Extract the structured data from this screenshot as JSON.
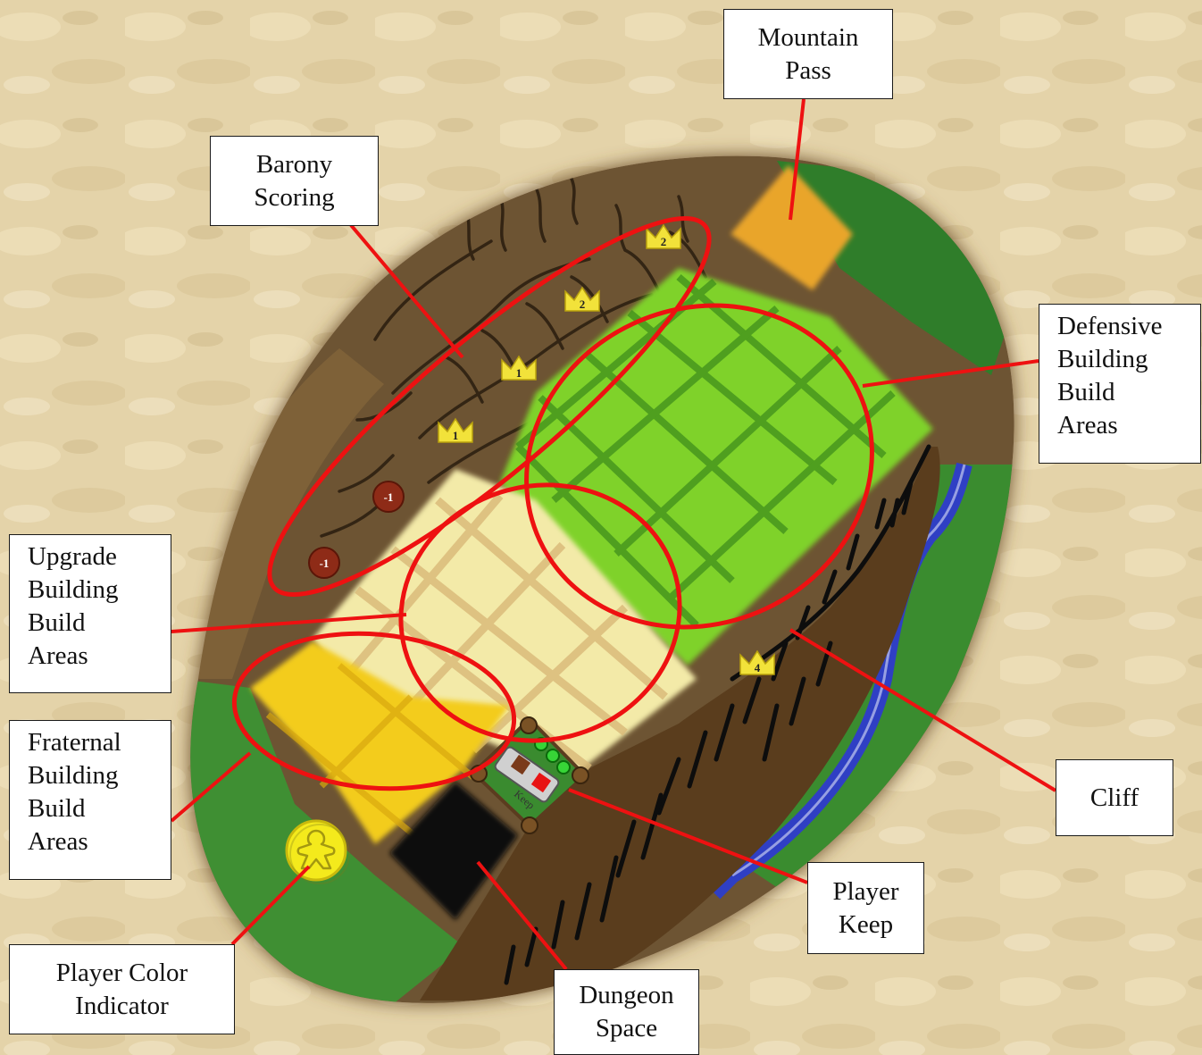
{
  "labels": {
    "mountain_pass": [
      "Mountain",
      "Pass"
    ],
    "barony_scoring": [
      "Barony",
      "Scoring"
    ],
    "defensive": [
      "Defensive",
      "Building",
      "Build",
      "Areas"
    ],
    "upgrade": [
      "Upgrade",
      "Building",
      "Build",
      "Areas"
    ],
    "fraternal": [
      "Fraternal",
      "Building",
      "Build",
      "Areas"
    ],
    "cliff": [
      "Cliff"
    ],
    "player_keep": [
      "Player",
      "Keep"
    ],
    "player_color": [
      "Player Color",
      "Indicator"
    ],
    "dungeon": [
      "Dungeon",
      "Space"
    ]
  },
  "markers": {
    "crowns": [
      "2",
      "2",
      "1",
      "1",
      "4"
    ],
    "penalties": [
      "-1",
      "-1"
    ],
    "keep_text": "Keep"
  },
  "colors": {
    "parchment": "#e4d3a9",
    "highlight_red": "#ee1111",
    "defensive_green": "#7fd22a",
    "upgrade_cream": "#f3eaa8",
    "fraternal_yellow": "#f3cc1c",
    "mountain_orange": "#e9a52a",
    "dungeon_black": "#0b0b0b",
    "river_blue": "#2f3fc4",
    "player_yellow": "#f4ea1c"
  }
}
